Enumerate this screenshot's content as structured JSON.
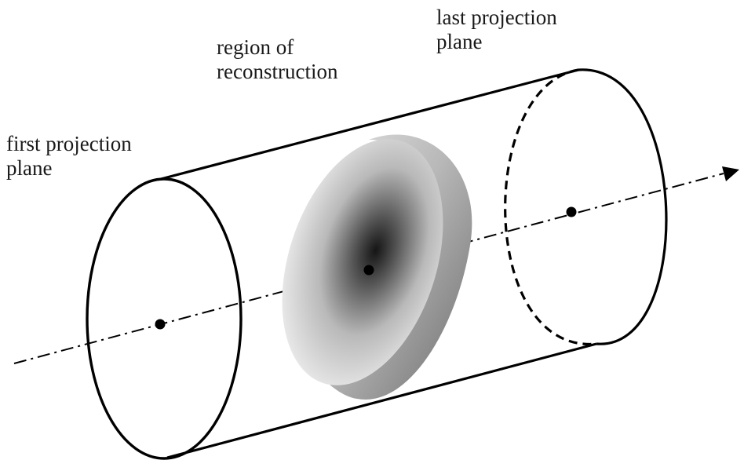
{
  "labels": {
    "first_plane": {
      "line1": "first projection",
      "line2": "plane"
    },
    "region": {
      "line1": "region of",
      "line2": "reconstruction"
    },
    "last_plane": {
      "line1": "last projection",
      "line2": "plane"
    }
  },
  "colors": {
    "stroke": "#000000",
    "disk_light": "#f2f2f2",
    "disk_dark": "#1e1e1e",
    "disk_side_light": "#d6d6d6",
    "disk_side_dark": "#7a7a7a"
  }
}
